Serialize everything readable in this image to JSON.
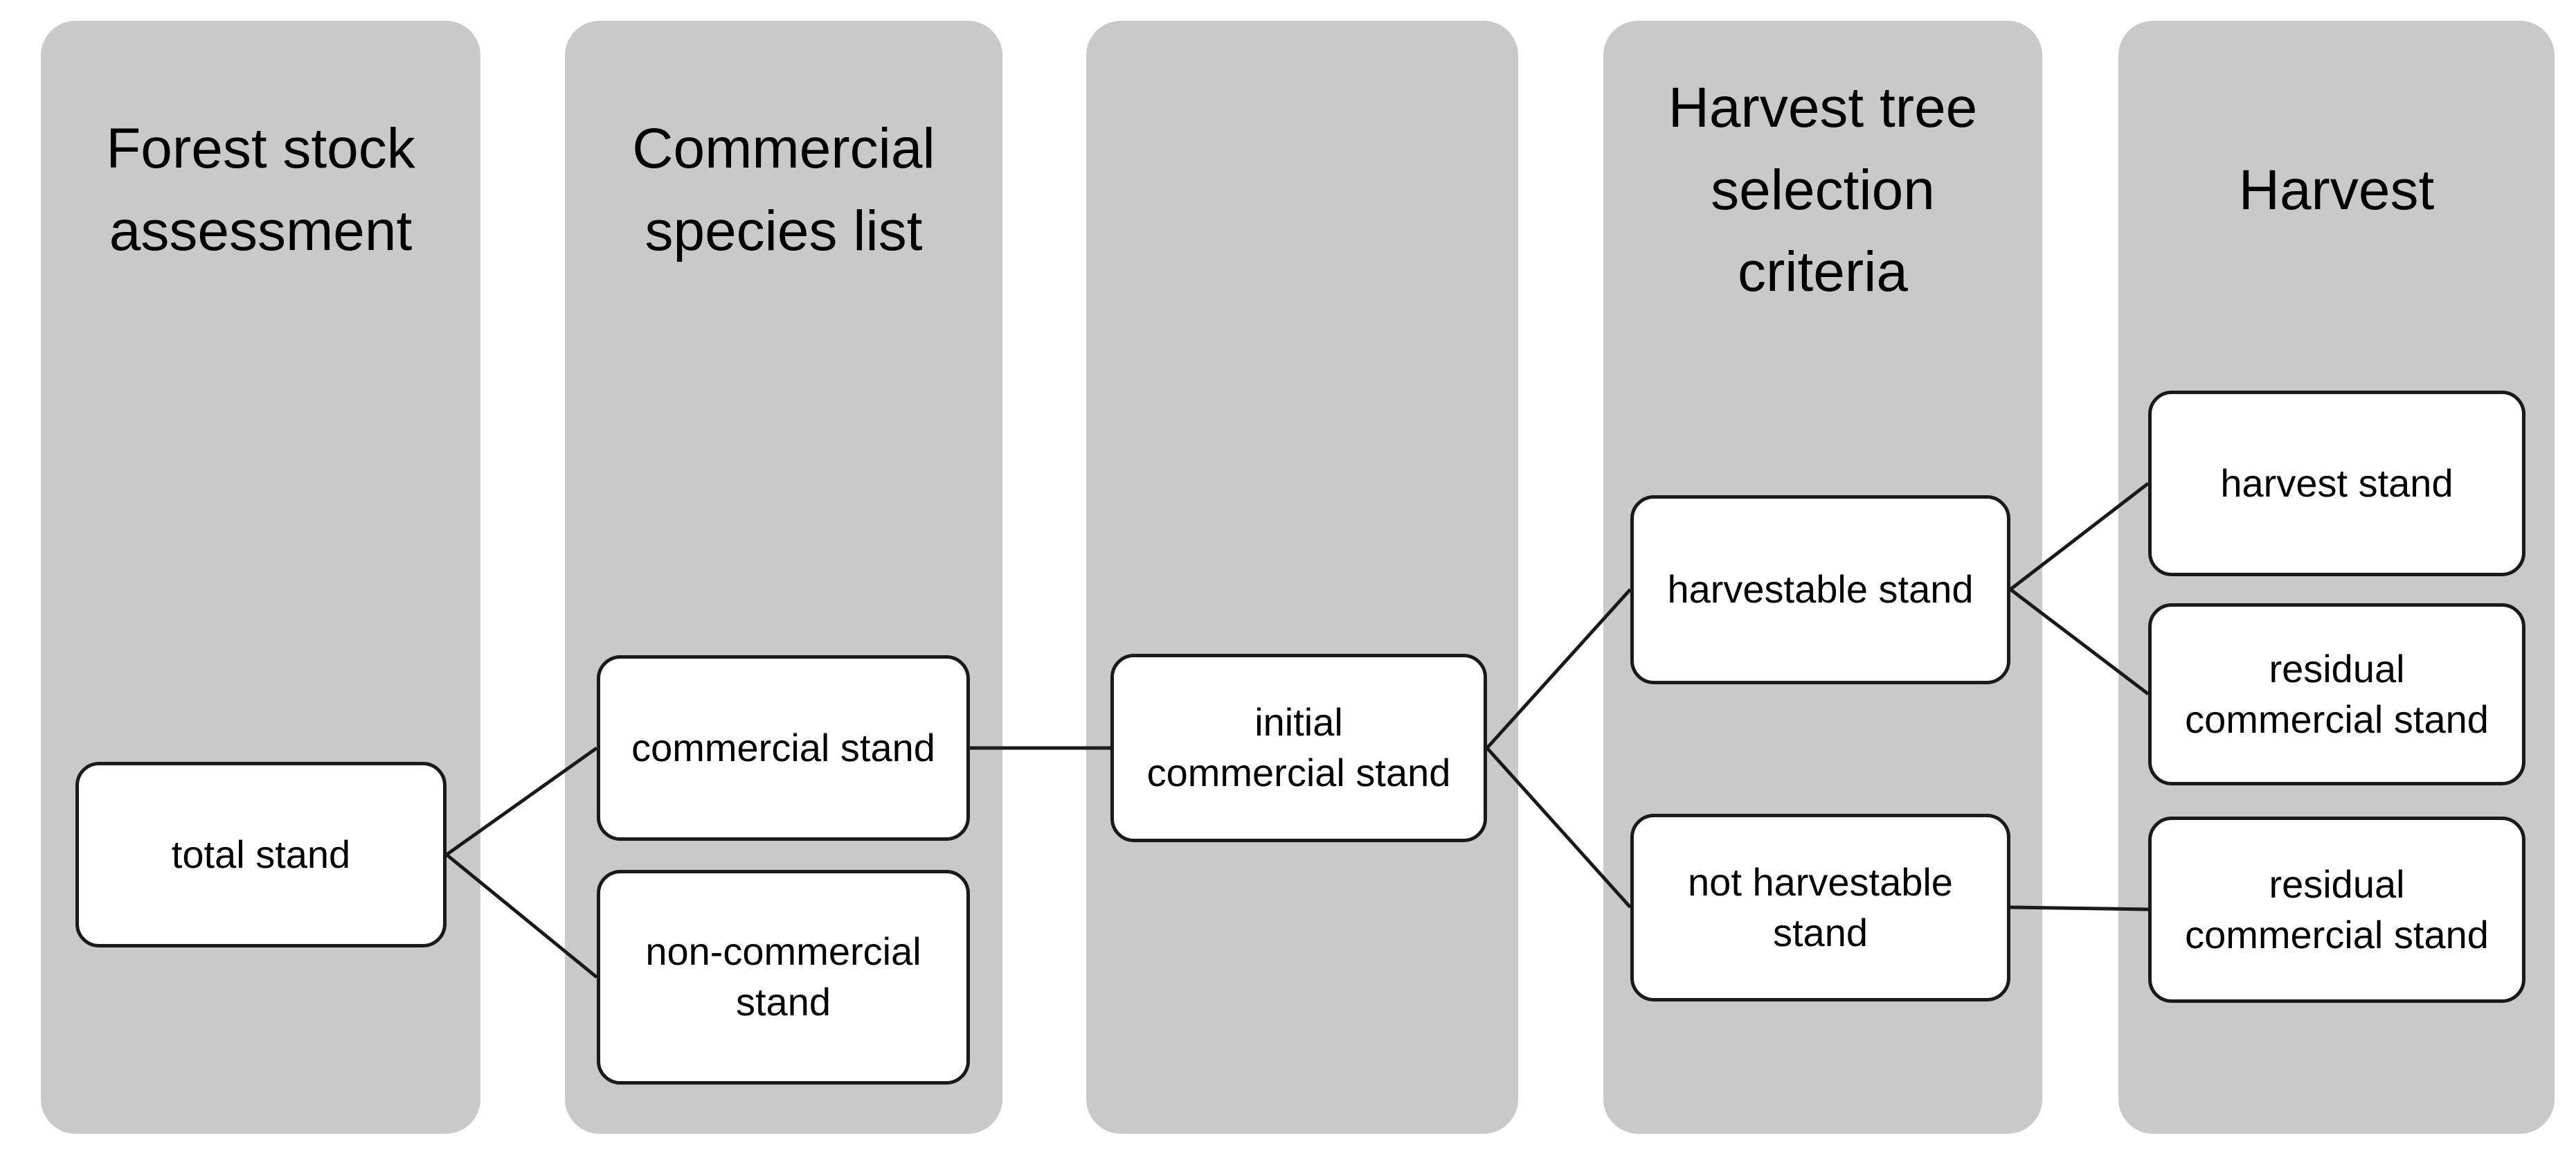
{
  "diagram": {
    "title": "forest harvest stand classification flow",
    "colors": {
      "panel_background": "#c9c9c9",
      "node_background": "#ffffff",
      "node_border": "#1a1a1a",
      "connector_line": "#1a1a1a",
      "text": "#000000",
      "page_background": "#ffffff"
    },
    "columns": [
      {
        "id": "forest-stock-assessment",
        "header": "Forest stock\nassessment"
      },
      {
        "id": "commercial-species-list",
        "header": "Commercial\nspecies list"
      },
      {
        "id": "unlabeled-column",
        "header": ""
      },
      {
        "id": "harvest-tree-selection-criteria",
        "header": "Harvest tree\nselection\ncriteria"
      },
      {
        "id": "harvest",
        "header": "Harvest"
      }
    ],
    "nodes": [
      {
        "id": "total-stand",
        "column": 0,
        "label": "total stand"
      },
      {
        "id": "commercial-stand",
        "column": 1,
        "label": "commercial stand"
      },
      {
        "id": "non-commercial-stand",
        "column": 1,
        "label": "non-commercial\nstand"
      },
      {
        "id": "initial-commercial-stand",
        "column": 2,
        "label": "initial\ncommercial stand"
      },
      {
        "id": "harvestable-stand",
        "column": 3,
        "label": "harvestable stand"
      },
      {
        "id": "not-harvestable-stand",
        "column": 3,
        "label": "not harvestable\nstand"
      },
      {
        "id": "harvest-stand",
        "column": 4,
        "label": "harvest stand"
      },
      {
        "id": "residual-commercial-stand-1",
        "column": 4,
        "label": "residual\ncommercial stand"
      },
      {
        "id": "residual-commercial-stand-2",
        "column": 4,
        "label": "residual\ncommercial stand"
      }
    ],
    "edges": [
      {
        "from": "total-stand",
        "to": "commercial-stand"
      },
      {
        "from": "total-stand",
        "to": "non-commercial-stand"
      },
      {
        "from": "commercial-stand",
        "to": "initial-commercial-stand"
      },
      {
        "from": "initial-commercial-stand",
        "to": "harvestable-stand"
      },
      {
        "from": "initial-commercial-stand",
        "to": "not-harvestable-stand"
      },
      {
        "from": "harvestable-stand",
        "to": "harvest-stand"
      },
      {
        "from": "harvestable-stand",
        "to": "residual-commercial-stand-1"
      },
      {
        "from": "not-harvestable-stand",
        "to": "residual-commercial-stand-2"
      }
    ]
  }
}
